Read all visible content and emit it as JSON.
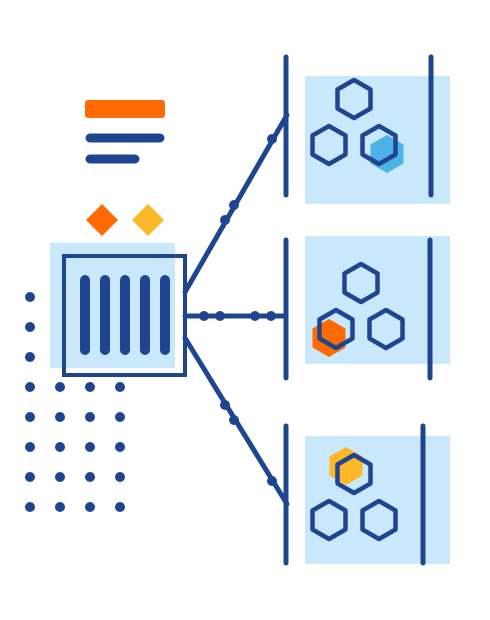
{
  "colors": {
    "navy": "#1F4590",
    "orange": "#FF6B00",
    "amber": "#FDB827",
    "sky": "#4DB2E6",
    "pale_blue": "#C9E8FC",
    "background": "#FFFFFF"
  },
  "icons": {
    "header_lines": "text-lines-icon",
    "diamonds": "diamond-icon",
    "server": "server-rack-icon",
    "hexagons": "hexagon-icon"
  },
  "panels": [
    {
      "name": "top",
      "accent_color": "#4DB2E6"
    },
    {
      "name": "middle",
      "accent_color": "#FF6B00"
    },
    {
      "name": "bottom",
      "accent_color": "#FDB827"
    }
  ]
}
